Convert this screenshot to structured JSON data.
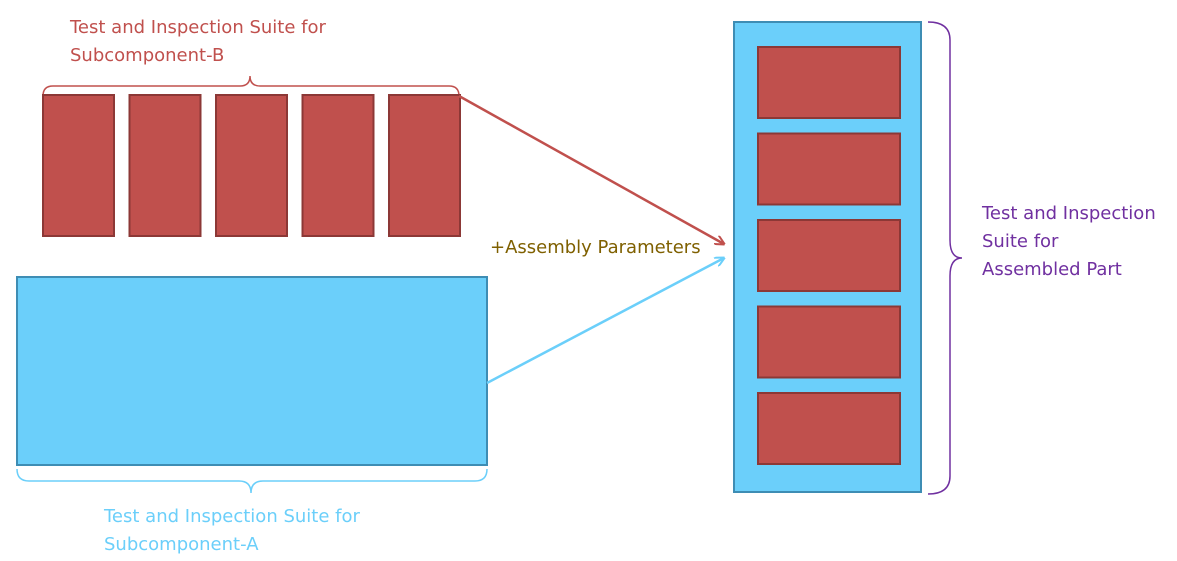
{
  "labels": {
    "subcomponent_b": [
      "Test and Inspection Suite for",
      "Subcomponent-B"
    ],
    "subcomponent_a": [
      "Test and Inspection Suite for",
      "Subcomponent-A"
    ],
    "assembled_part": [
      "Test and Inspection",
      "Suite for",
      "Assembled Part"
    ],
    "assembly_parameters": "+Assembly Parameters"
  },
  "counts": {
    "subcomponent_b_tests": 5,
    "assembled_part_tests": 5
  },
  "colors": {
    "test_block_fill": "#C0504D",
    "test_block_stroke": "#8C3836",
    "suite_fill": "#6BCFFA",
    "suite_stroke": "#3E8DB4",
    "label_b": "#C0504D",
    "label_a": "#6BCFFA",
    "label_assembled": "#7030A0",
    "label_params": "#7F6000",
    "arrow_b": "#C0504D",
    "arrow_a": "#6BCFFA"
  }
}
